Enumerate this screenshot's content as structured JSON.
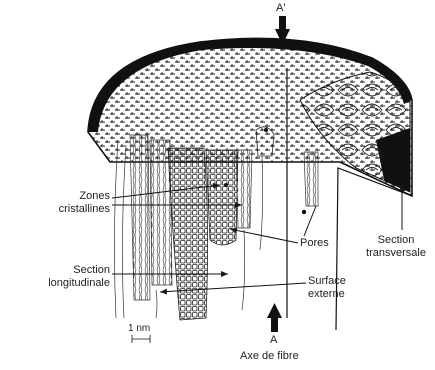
{
  "labels": {
    "a_prime": "A'",
    "zones_line1": "Zones",
    "zones_line2": "cristallines",
    "pores": "Pores",
    "section_trans_line1": "Section",
    "section_trans_line2": "transversale",
    "section_long_line1": "Section",
    "section_long_line2": "longitudinale",
    "surface_line1": "Surface",
    "surface_line2": "externe",
    "scale": "1 nm",
    "a": "A",
    "axe": "Axe de fibre"
  },
  "colors": {
    "ink": "#1a1a1a",
    "background": "#ffffff"
  }
}
